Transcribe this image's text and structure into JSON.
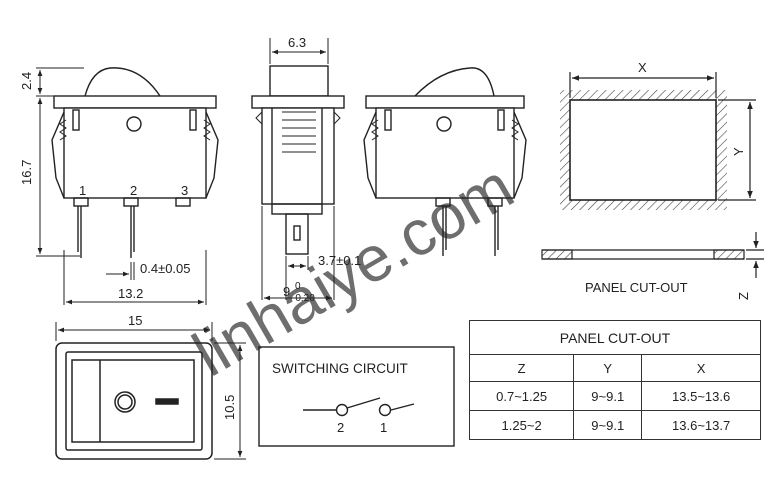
{
  "dimensions": {
    "top_height": "2.4",
    "side_height": "16.7",
    "side_width": "6.3",
    "pin_width": "0.4±0.05",
    "pin_offset": "3.7±0.1",
    "body_width": "13.2",
    "depth_value": "9",
    "depth_tol_upper": "0",
    "depth_tol_lower": "-0.20",
    "front_width": "15",
    "front_height": "10.5",
    "x": "X",
    "y": "Y",
    "z": "Z"
  },
  "pins": [
    "1",
    "2",
    "3"
  ],
  "panel_cutout_label": "PANEL CUT-OUT",
  "switching_circuit": {
    "title": "SWITCHING CIRCUIT",
    "terminal_left": "2",
    "terminal_right": "1"
  },
  "cutout_table": {
    "title": "PANEL CUT-OUT",
    "headers": [
      "Z",
      "Y",
      "X"
    ],
    "rows": [
      [
        "0.7~1.25",
        "9~9.1",
        "13.5~13.6"
      ],
      [
        "1.25~2",
        "9~9.1",
        "13.6~13.7"
      ]
    ]
  },
  "watermark": "linhaiye.com"
}
